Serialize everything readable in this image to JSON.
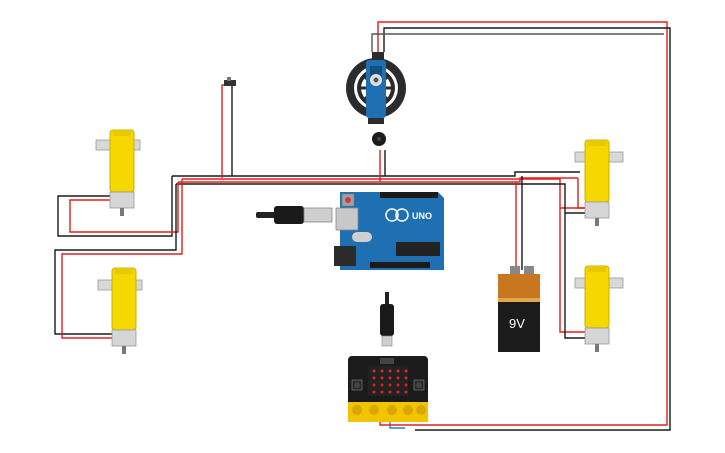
{
  "canvas": {
    "background": "#ffffff"
  },
  "arduino": {
    "board_label": "UNO",
    "color": "#1f6fb3"
  },
  "battery": {
    "label": "9V",
    "top_color": "#c9771f",
    "body_color": "#1b1b1b"
  },
  "colors": {
    "wire_positive": "#e0201b",
    "wire_ground": "#1a1a1a",
    "wire_signal": "#2a7fd4",
    "motor_yellow": "#f5d800",
    "microbit_body": "#1b1b1b",
    "microbit_edge": "#f2c300"
  },
  "components": [
    "dc-motor-top-left",
    "dc-motor-bottom-left",
    "dc-motor-top-right",
    "dc-motor-bottom-right",
    "arduino-uno",
    "battery-9v",
    "microbit",
    "servo-wheel",
    "piezo-buzzer",
    "slide-switch",
    "usb-cable-arduino",
    "usb-cable-microbit"
  ]
}
